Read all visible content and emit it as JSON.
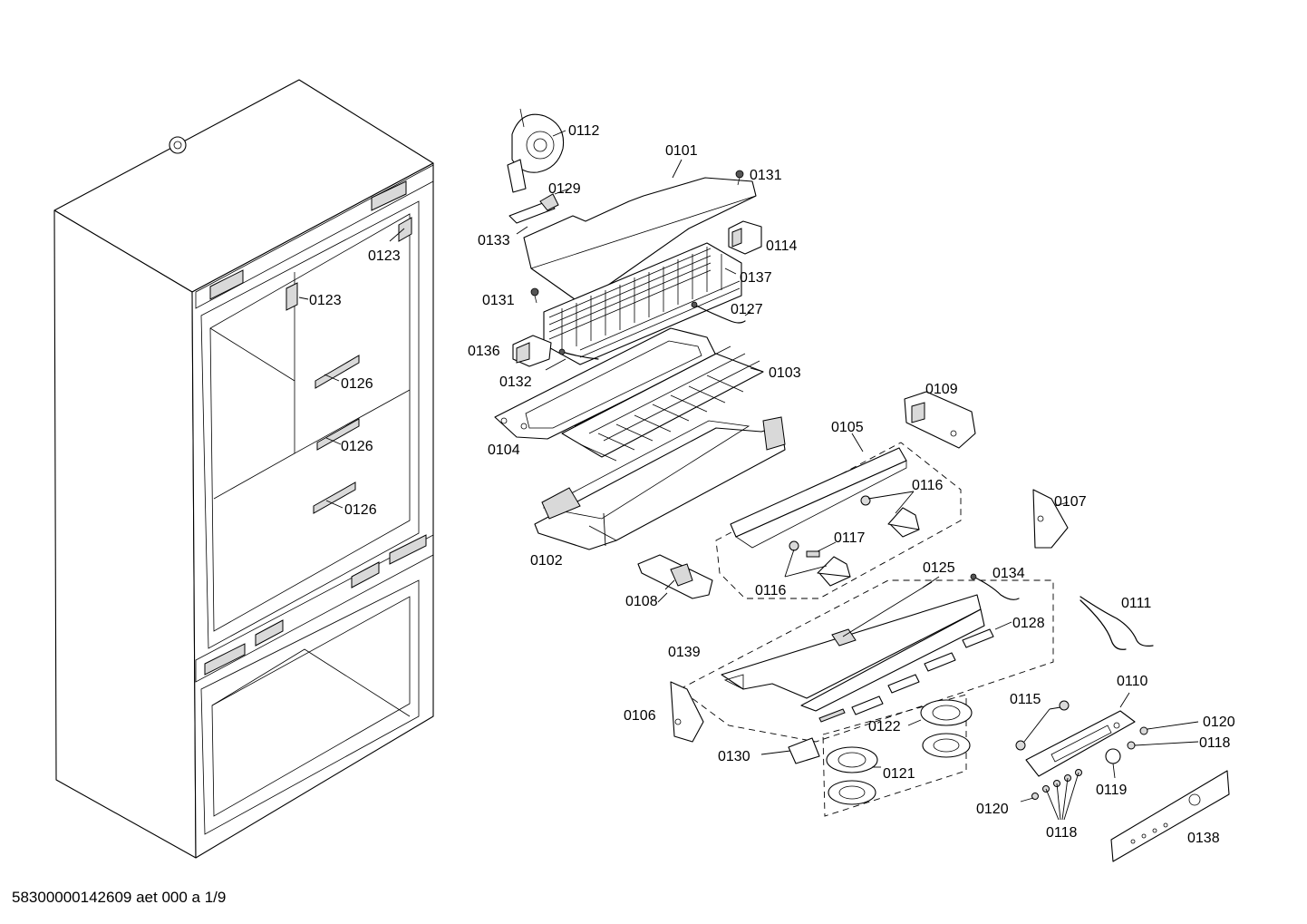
{
  "document_id": "58300000142609 aet 000 a 1/9",
  "callouts": {
    "c0101": "0101",
    "c0102": "0102",
    "c0103": "0103",
    "c0104": "0104",
    "c0105": "0105",
    "c0106": "0106",
    "c0107": "0107",
    "c0108": "0108",
    "c0109": "0109",
    "c0110": "0110",
    "c0111": "0111",
    "c0112": "0112",
    "c0114": "0114",
    "c0115": "0115",
    "c0116a": "0116",
    "c0116b": "0116",
    "c0117": "0117",
    "c0118a": "0118",
    "c0118b": "0118",
    "c0119": "0119",
    "c0120a": "0120",
    "c0120b": "0120",
    "c0121": "0121",
    "c0122": "0122",
    "c0123a": "0123",
    "c0123b": "0123",
    "c0125": "0125",
    "c0126a": "0126",
    "c0126b": "0126",
    "c0126c": "0126",
    "c0127": "0127",
    "c0128": "0128",
    "c0129": "0129",
    "c0130": "0130",
    "c0131a": "0131",
    "c0131b": "0131",
    "c0132": "0132",
    "c0133": "0133",
    "c0134": "0134",
    "c0136": "0136",
    "c0137": "0137",
    "c0138": "0138",
    "c0139": "0139"
  }
}
